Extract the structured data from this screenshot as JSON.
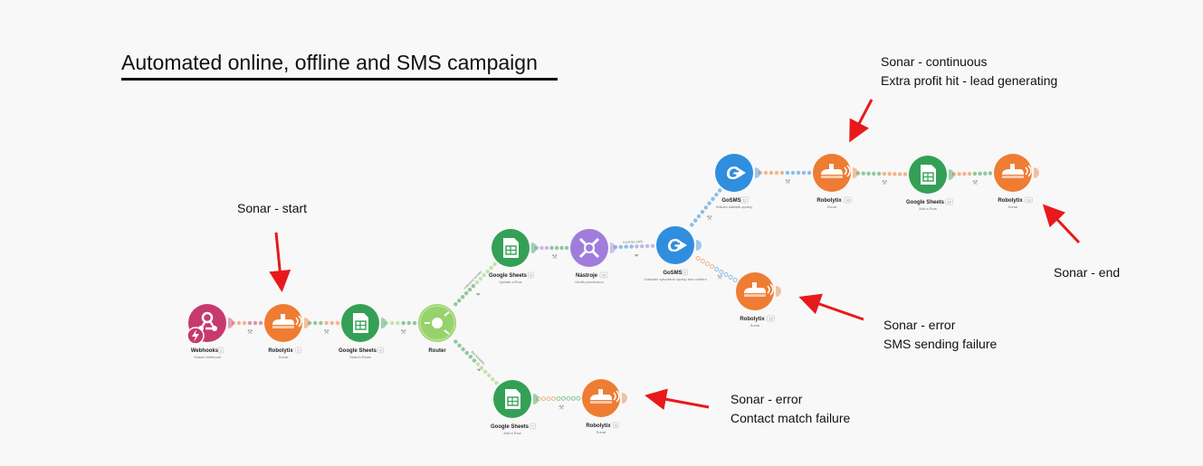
{
  "title": "Automated online, offline and SMS campaign",
  "annotations": [
    {
      "id": "start",
      "lines": [
        "Sonar - start"
      ]
    },
    {
      "id": "continuous",
      "lines": [
        "Sonar - continuous",
        "Extra profit hit - lead generating"
      ]
    },
    {
      "id": "end",
      "lines": [
        "Sonar - end"
      ]
    },
    {
      "id": "sms-error",
      "lines": [
        "Sonar - error",
        "SMS sending failure"
      ]
    },
    {
      "id": "contact-error",
      "lines": [
        "Sonar - error",
        "Contact match failure"
      ]
    }
  ],
  "nodes": [
    {
      "id": "webhooks",
      "app": "Webhooks",
      "sub": "Vlastni Webhook",
      "badge": "1",
      "color": "#c63a6e",
      "icon": "webhook-icon"
    },
    {
      "id": "robolytix1",
      "app": "Robolytix",
      "sub": "Sonar",
      "badge": "2",
      "color": "#ee7c32",
      "icon": "submarine-icon"
    },
    {
      "id": "sheets1",
      "app": "Google Sheets",
      "sub": "Search Rows",
      "badge": "4",
      "color": "#34a056",
      "icon": "spreadsheet-icon"
    },
    {
      "id": "router",
      "app": "Router",
      "sub": "",
      "badge": "",
      "color": "#97d36a",
      "icon": "router-icon"
    },
    {
      "id": "sheets2",
      "app": "Google Sheets",
      "sub": "Update a Row",
      "badge": "6",
      "color": "#34a056",
      "icon": "spreadsheet-icon"
    },
    {
      "id": "nastroje",
      "app": "Nástroje",
      "sub": "Uložit proměnnou",
      "badge": "10",
      "color": "#a07ddc",
      "icon": "tools-icon"
    },
    {
      "id": "gosms1",
      "app": "GoSMS",
      "sub": "Odeslání vytvořené zprávy bez ověření",
      "badge": "9",
      "color": "#2f8ede",
      "icon": "gosms-icon"
    },
    {
      "id": "gosms2",
      "app": "GoSMS",
      "sub": "Získání statistik zprávy",
      "badge": "11",
      "color": "#2f8ede",
      "icon": "gosms-icon"
    },
    {
      "id": "robolytix2",
      "app": "Robolytix",
      "sub": "Sonar",
      "badge": "16",
      "color": "#ee7c32",
      "icon": "submarine-icon"
    },
    {
      "id": "sheets3",
      "app": "Google Sheets",
      "sub": "Add a Row",
      "badge": "14",
      "color": "#34a056",
      "icon": "spreadsheet-icon"
    },
    {
      "id": "robolytix3",
      "app": "Robolytix",
      "sub": "Sonar",
      "badge": "13",
      "color": "#ee7c32",
      "icon": "submarine-icon"
    },
    {
      "id": "robolytix4",
      "app": "Robolytix",
      "sub": "Sonar",
      "badge": "15",
      "color": "#ee7c32",
      "icon": "submarine-icon"
    },
    {
      "id": "sheets4",
      "app": "Google Sheets",
      "sub": "Add a Row",
      "badge": "7",
      "color": "#34a056",
      "icon": "spreadsheet-icon"
    },
    {
      "id": "robolytix5",
      "app": "Robolytix",
      "sub": "Sonar",
      "badge": "8",
      "color": "#ee7c32",
      "icon": "submarine-icon"
    }
  ],
  "edges": [
    {
      "from": "webhooks",
      "to": "robolytix1",
      "label": ""
    },
    {
      "from": "robolytix1",
      "to": "sheets1",
      "label": ""
    },
    {
      "from": "sheets1",
      "to": "router",
      "label": ""
    },
    {
      "from": "router",
      "to": "sheets2",
      "label": "Nalezený kontakt"
    },
    {
      "from": "router",
      "to": "sheets4",
      "label": "Bez kontaktu"
    },
    {
      "from": "sheets2",
      "to": "nastroje",
      "label": ""
    },
    {
      "from": "nastroje",
      "to": "gosms1",
      "label": "Kontrola SMS"
    },
    {
      "from": "gosms1",
      "to": "gosms2",
      "label": ""
    },
    {
      "from": "gosms1",
      "to": "robolytix4",
      "label": ""
    },
    {
      "from": "gosms2",
      "to": "robolytix2",
      "label": ""
    },
    {
      "from": "robolytix2",
      "to": "sheets3",
      "label": ""
    },
    {
      "from": "sheets3",
      "to": "robolytix3",
      "label": ""
    },
    {
      "from": "sheets4",
      "to": "robolytix5",
      "label": ""
    }
  ],
  "colors": {
    "arrow": "#e8191b",
    "background": "#f8f8f8"
  }
}
